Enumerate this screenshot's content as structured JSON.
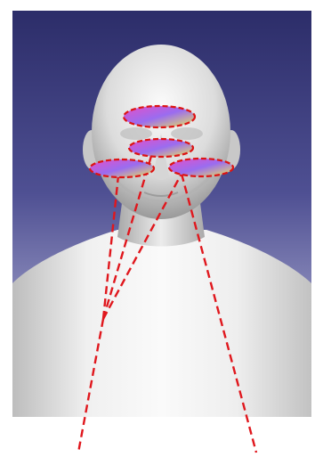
{
  "colors": {
    "background_top": "#2c2d69",
    "background_bottom": "#c9c9e4",
    "page": "#ffffff",
    "bust_light": "#f4f4f4",
    "bust_shadow": "#9a9a9a",
    "dashed_line": "#e0171d",
    "region_outline": "#dd1414",
    "region_fill_1": "#e64fc8",
    "region_fill_2": "#9a6cf0",
    "region_fill_3": "#ece75a"
  },
  "regions": [
    {
      "name": "forehead"
    },
    {
      "name": "nose-bridge"
    },
    {
      "name": "left-cheek"
    },
    {
      "name": "right-cheek"
    }
  ],
  "sight_lines": [
    {
      "name": "convergence-to-left-cheek"
    },
    {
      "name": "convergence-to-nose-bridge"
    },
    {
      "name": "convergence-to-right-cheek"
    },
    {
      "name": "convergence-extension"
    },
    {
      "name": "right-cheek-extension"
    }
  ]
}
